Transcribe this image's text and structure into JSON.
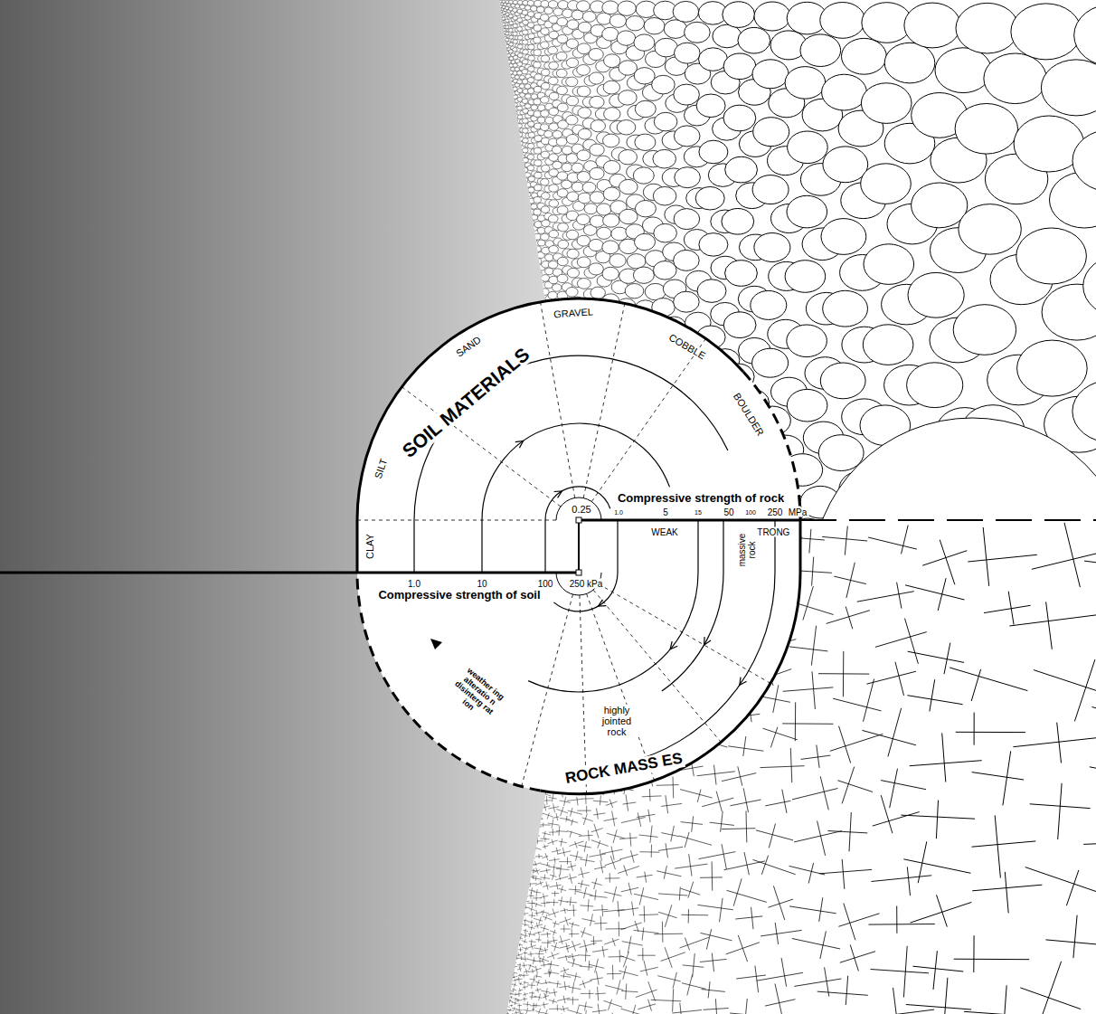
{
  "diagram": {
    "labels": [
      "SOIL MATERIALS",
      "SILT",
      "SAND",
      "GRAVEL",
      "COBBLE",
      "BOULDER",
      "CLAY",
      "0.25",
      "Compressive strength of rock",
      "1.0",
      "5",
      "15",
      "50",
      "100",
      "250",
      "MPa",
      "WEAK",
      "STRONG",
      "massive rock",
      "1.0",
      "10",
      "100",
      "250 kPa",
      "Compressive strength of soil",
      "weather ing alteratio n disinterg rat ion",
      "highly jointed rock",
      "ROCK MASS ES"
    ]
  }
}
